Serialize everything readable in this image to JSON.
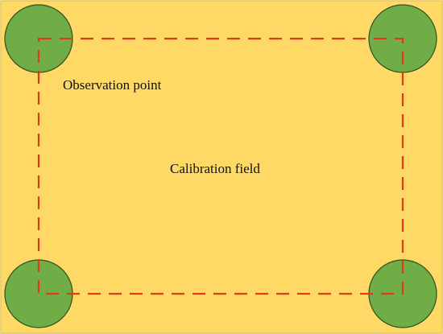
{
  "labels": {
    "observation_point": "Observation point",
    "calibration_field": "Calibration field"
  },
  "colors": {
    "field_fill": "#ffd966",
    "field_border": "#e8c553",
    "point_fill": "#70ad47",
    "point_stroke": "#2f4f1f",
    "boundary_dash": "#e03a1a",
    "text": "#111111"
  },
  "observation_points": [
    {
      "position": "top-left"
    },
    {
      "position": "top-right"
    },
    {
      "position": "bottom-left"
    },
    {
      "position": "bottom-right"
    }
  ]
}
